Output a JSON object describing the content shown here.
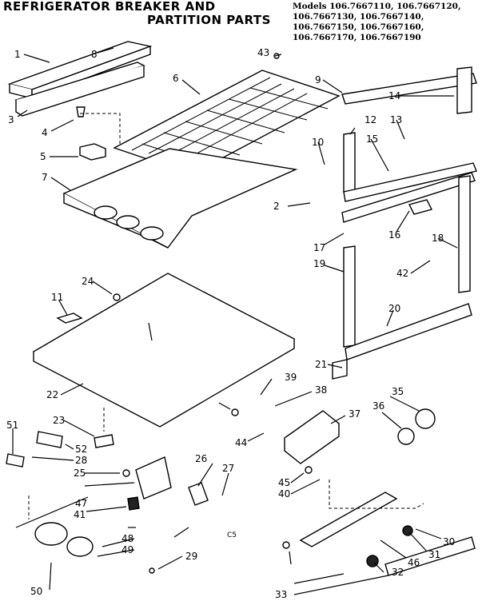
{
  "header": {
    "title_line1": "REFRIGERATOR BREAKER AND",
    "title_line2": "PARTITION PARTS",
    "models": [
      "Models 106.7667110, 106.7667120,",
      "106.7667130, 106.7667140,",
      "106.7667150, 106.7667160,",
      "106.7667170, 106.7667190"
    ]
  },
  "callouts": [
    "1",
    "2",
    "3",
    "4",
    "5",
    "6",
    "7",
    "8",
    "9",
    "10",
    "11",
    "12",
    "13",
    "14",
    "15",
    "16",
    "17",
    "18",
    "19",
    "20",
    "21",
    "22",
    "23",
    "24",
    "25",
    "26",
    "27",
    "28",
    "29",
    "30",
    "31",
    "32",
    "33",
    "35",
    "36",
    "37",
    "38",
    "39",
    "40",
    "41",
    "42",
    "43",
    "44",
    "45",
    "46",
    "47",
    "48",
    "49",
    "50",
    "51",
    "52",
    "C5"
  ]
}
